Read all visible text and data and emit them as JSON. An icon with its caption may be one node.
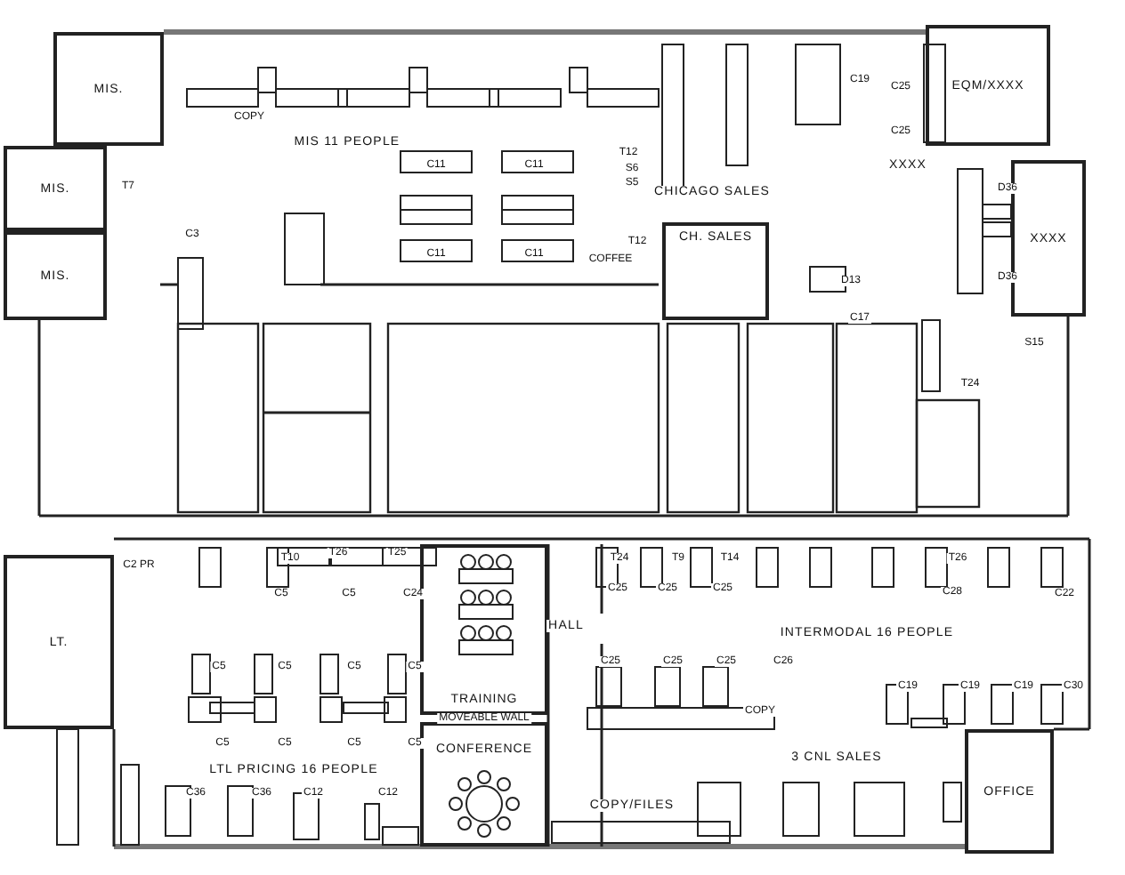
{
  "diagram": {
    "nodes": [
      {
        "text": [
          "MIS."
        ]
      },
      {
        "text": [
          "MIS."
        ]
      },
      {
        "text": [
          "MIS."
        ]
      },
      {
        "text": [
          "EQM/XXXX"
        ]
      },
      {
        "text": [
          "XXXX"
        ]
      },
      {
        "text": [
          "CH. SALES"
        ]
      },
      {
        "text": [
          "LT."
        ]
      },
      {
        "text": [
          "TRAINING"
        ]
      },
      {
        "text": [
          "CONFERENCE"
        ]
      },
      {
        "text": [
          "OFFICE"
        ]
      }
    ],
    "edges": [],
    "labels": [
      "COPY",
      "MIS 11 PEOPLE",
      "T7",
      "C11",
      "C11",
      "C3",
      "C11",
      "C11",
      "T12",
      "S6",
      "S5",
      "CHICAGO SALES",
      "C19",
      "C25",
      "C25",
      "XXXX",
      "D36",
      "T12",
      "COFFEE",
      "D13",
      "D36",
      "C17",
      "S15",
      "T24",
      "C2 PR",
      "T10",
      "T26",
      "T25",
      "C5",
      "C5",
      "C24",
      "T24",
      "T9",
      "T14",
      "C25",
      "C25",
      "C25",
      "T26",
      "C28",
      "C22",
      "HALL",
      "C5",
      "C5",
      "C5",
      "C5",
      "INTERMODAL 16 PEOPLE",
      "C25",
      "C25",
      "C25",
      "C26",
      "C19",
      "C19",
      "C19",
      "C30",
      "MOVEABLE WALL",
      "C5",
      "C5",
      "C5",
      "C5",
      "COPY",
      "3 CNL SALES",
      "LTL PRICING 16 PEOPLE",
      "C36",
      "C36",
      "C12",
      "C12",
      "COPY/FILES"
    ]
  }
}
